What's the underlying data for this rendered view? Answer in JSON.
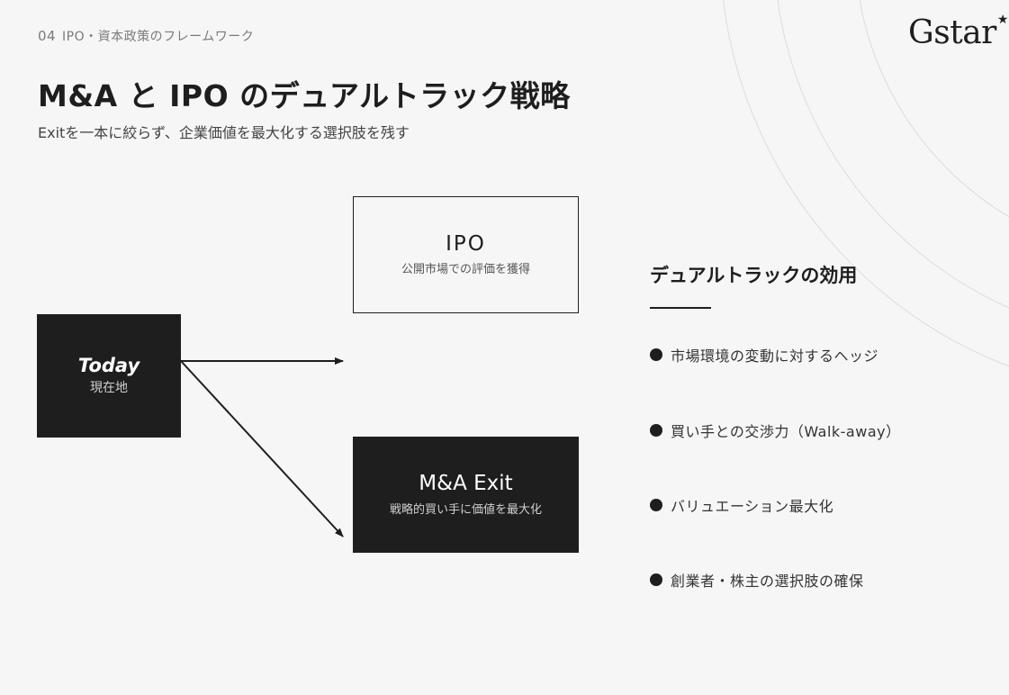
{
  "header": {
    "section_number": "04",
    "section_label": "IPO・資本政策のフレームワーク",
    "logo_text": "Gstar",
    "logo_mark": "★"
  },
  "slide": {
    "title": "M&A と IPO のデュアルトラック戦略",
    "subtitle": "Exitを一本に絞らず、企業価値を最大化する選択肢を残す"
  },
  "diagram": {
    "today": {
      "title": "Today",
      "subtitle": "現在地"
    },
    "ipo": {
      "title": "IPO",
      "subtitle": "公開市場での評価を獲得"
    },
    "ma_exit": {
      "title": "M&A Exit",
      "subtitle": "戦略的買い手に価値を最大化"
    }
  },
  "effects": {
    "heading": "デュアルトラックの効用",
    "items": [
      "市場環境の変動に対するヘッジ",
      "買い手との交渉力（Walk-away）",
      "バリュエーション最大化",
      "創業者・株主の選択肢の確保"
    ]
  },
  "colors": {
    "background": "#f6f6f6",
    "dark": "#1e1e1e",
    "muted": "#7a7a7a",
    "decor_lines": "#d9d9d9"
  }
}
